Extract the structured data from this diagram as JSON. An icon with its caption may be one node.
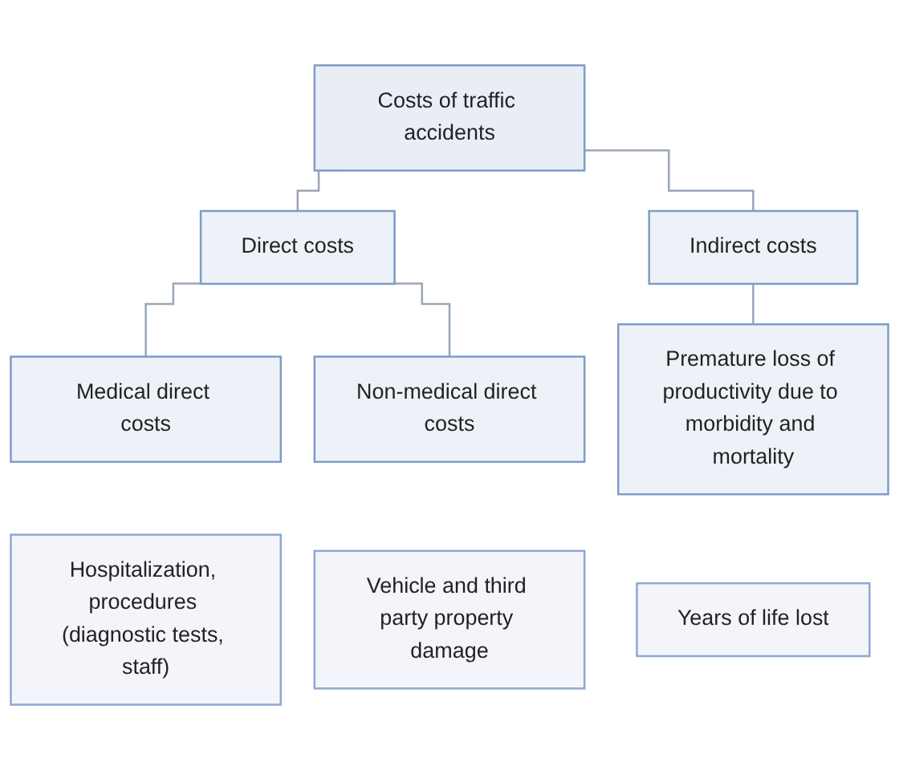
{
  "diagram": {
    "nodes": [
      {
        "text": [
          "Costs of traffic accidents"
        ]
      },
      {
        "text": [
          "Direct costs"
        ]
      },
      {
        "text": [
          "Indirect costs"
        ]
      },
      {
        "text": [
          "Medical direct costs"
        ]
      },
      {
        "text": [
          "Non-medical direct costs"
        ]
      },
      {
        "text": [
          "Premature loss of productivity due to morbidity and mortality"
        ]
      },
      {
        "text": [
          "Hospitalization, procedures (diagnostic tests, staff)"
        ]
      },
      {
        "text": [
          "Vehicle and third party property damage"
        ]
      },
      {
        "text": [
          "Years of life lost"
        ]
      }
    ],
    "edges": [
      {
        "from": 0,
        "to": 1,
        "arrow": "none"
      },
      {
        "from": 0,
        "to": 2,
        "arrow": "none"
      },
      {
        "from": 1,
        "to": 3,
        "arrow": "none"
      },
      {
        "from": 1,
        "to": 4,
        "arrow": "none"
      },
      {
        "from": 2,
        "to": 5,
        "arrow": "none"
      }
    ]
  }
}
